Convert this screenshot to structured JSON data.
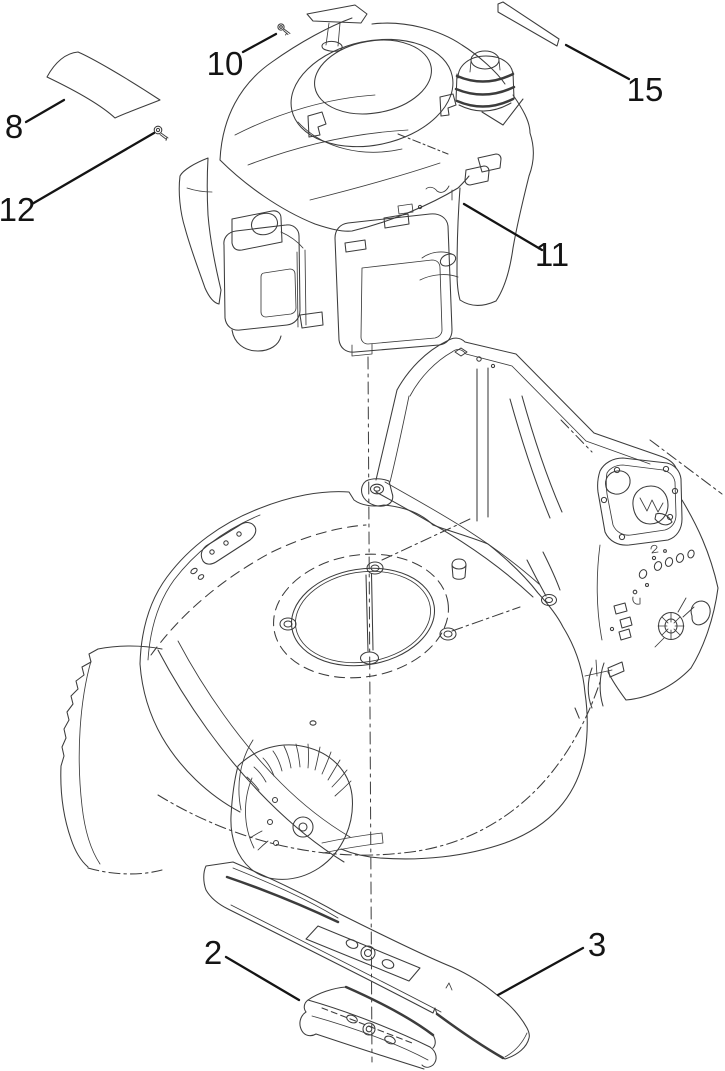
{
  "page": {
    "background_color": "#ffffff",
    "artwork_line_color": "#3c3c3c",
    "callout_color": "#141414"
  },
  "diagram": {
    "kind": "exploded-parts-diagram",
    "subject": "walk-behind mower engine, deck and blade assembly",
    "parts": [
      {
        "callout": "2",
        "name": "blade-driver"
      },
      {
        "callout": "3",
        "name": "blade"
      },
      {
        "callout": "8",
        "name": "engine-decal-left"
      },
      {
        "callout": "10",
        "name": "screw-top"
      },
      {
        "callout": "11",
        "name": "engine-assembly"
      },
      {
        "callout": "12",
        "name": "screw-left"
      },
      {
        "callout": "15",
        "name": "fuel-tank-decal"
      }
    ]
  }
}
